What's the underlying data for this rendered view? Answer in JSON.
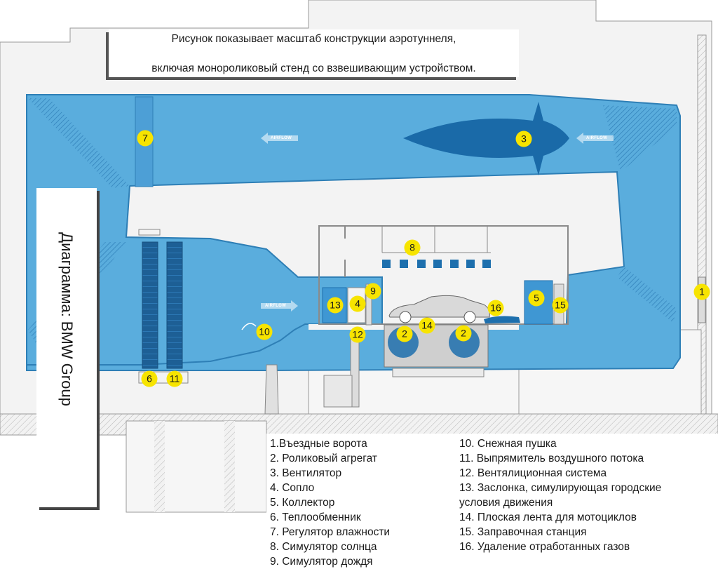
{
  "caption": {
    "line1": "Рисунок показывает масштаб конструкции аэротуннеля,",
    "line2": "включая монороликовый стенд со взвешивающим устройством."
  },
  "side_label": "Диаграмма: BMW Group",
  "airflow_label": "AIRFLOW",
  "colors": {
    "tunnel": "#5aaddd",
    "tunnel_dark": "#1d6fad",
    "fan": "#1a6aa8",
    "badge": "#f7e400",
    "structure": "#f0f0f0",
    "outline": "#8a8a8a"
  },
  "badges": [
    "1",
    "2",
    "2",
    "3",
    "4",
    "5",
    "6",
    "7",
    "8",
    "9",
    "10",
    "11",
    "12",
    "13",
    "14",
    "15",
    "16"
  ],
  "legend": {
    "left": [
      "1.Въездные ворота",
      "2. Роликовый агрегат",
      "3. Вентилятор",
      "4. Сопло",
      "5. Коллектор",
      "6. Теплообменник",
      "7. Регулятор влажности",
      "8. Симулятор солнца",
      "9. Симулятор дождя"
    ],
    "right": [
      "10. Снежная пушка",
      "11. Выпрямитель воздушного потока",
      "12. Вентялиционная система",
      "13. Заслонка, симулирующая городские",
      "условия движения",
      "14. Плоская лента для мотоциклов",
      "15. Заправочная станция",
      "16. Удаление отработанных газов"
    ]
  }
}
